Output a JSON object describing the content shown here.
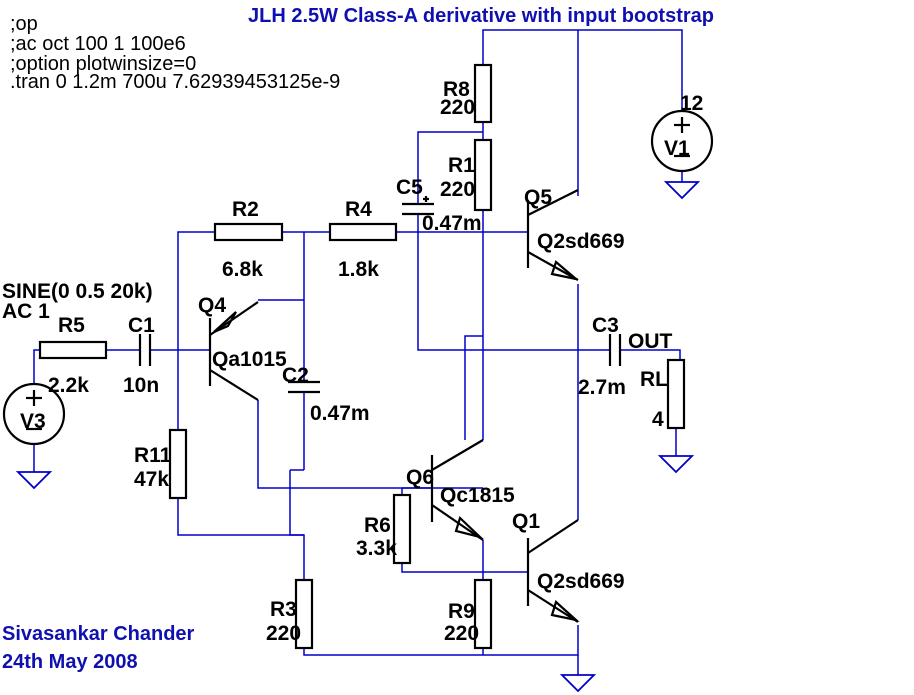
{
  "title": "JLH 2.5W Class-A derivative with input bootstrap",
  "directives": [
    ";op",
    ";ac oct 100 1 100e6",
    ";option plotwinsize=0",
    ".tran 0 1.2m 700u 7.62939453125e-9"
  ],
  "author": {
    "name": "Sivasankar Chander",
    "date": "24th May 2008"
  },
  "components": {
    "R8": {
      "name": "R8",
      "value": "220"
    },
    "R1": {
      "name": "R1",
      "value": "220"
    },
    "C5": {
      "name": "C5",
      "value": "0.47m"
    },
    "R2": {
      "name": "R2",
      "value": "6.8k"
    },
    "R4": {
      "name": "R4",
      "value": "1.8k"
    },
    "Q5": {
      "name": "Q5",
      "value": "Q2sd669"
    },
    "V1": {
      "name": "V1",
      "value": "12"
    },
    "V3": {
      "name": "V3",
      "value": "SINE(0 0.5 20k)",
      "ac": "AC 1"
    },
    "R5": {
      "name": "R5",
      "value": "2.2k"
    },
    "C1": {
      "name": "C1",
      "value": "10n"
    },
    "Q4": {
      "name": "Q4",
      "value": "Qa1015"
    },
    "C2": {
      "name": "C2",
      "value": "0.47m"
    },
    "C3": {
      "name": "C3",
      "value": "2.7m"
    },
    "RL": {
      "name": "RL",
      "value": "4"
    },
    "R11": {
      "name": "R11",
      "value": "47k"
    },
    "Q6": {
      "name": "Q6",
      "value": "Qc1815"
    },
    "R6": {
      "name": "R6",
      "value": "3.3k"
    },
    "Q1": {
      "name": "Q1",
      "value": "Q2sd669"
    },
    "R3": {
      "name": "R3",
      "value": "220"
    },
    "R9": {
      "name": "R9",
      "value": "220"
    }
  },
  "nets": {
    "out": "OUT"
  },
  "colors": {
    "wire": "#0000cc",
    "component": "#000000",
    "title": "#1010b0",
    "background": "#ffffff"
  }
}
